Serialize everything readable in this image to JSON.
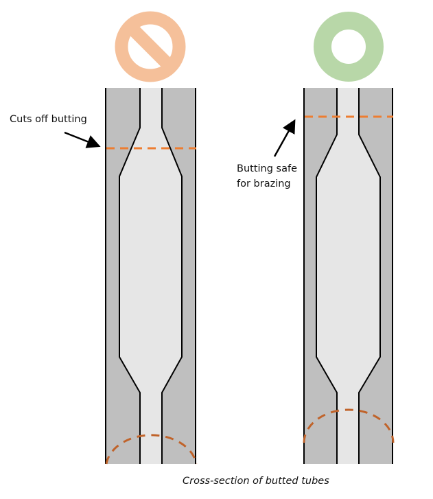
{
  "diagram": {
    "caption": "Cross-section of butted tubes",
    "left_tube": {
      "status_icon": "prohibited-icon",
      "status_color": "#f5c09a",
      "annotation": "Cuts off butting",
      "cut_line_color": "#ed7d31"
    },
    "right_tube": {
      "status_icon": "ok-ring-icon",
      "status_color": "#b8d7a8",
      "annotation_line1": "Butting safe",
      "annotation_line2": "for brazing",
      "cut_line_color": "#ed7d31"
    },
    "colors": {
      "tube_wall": "#bfbfbf",
      "tube_bore": "#e6e6e6",
      "outline": "#000000",
      "brazing_arc": "#c0632a"
    }
  }
}
